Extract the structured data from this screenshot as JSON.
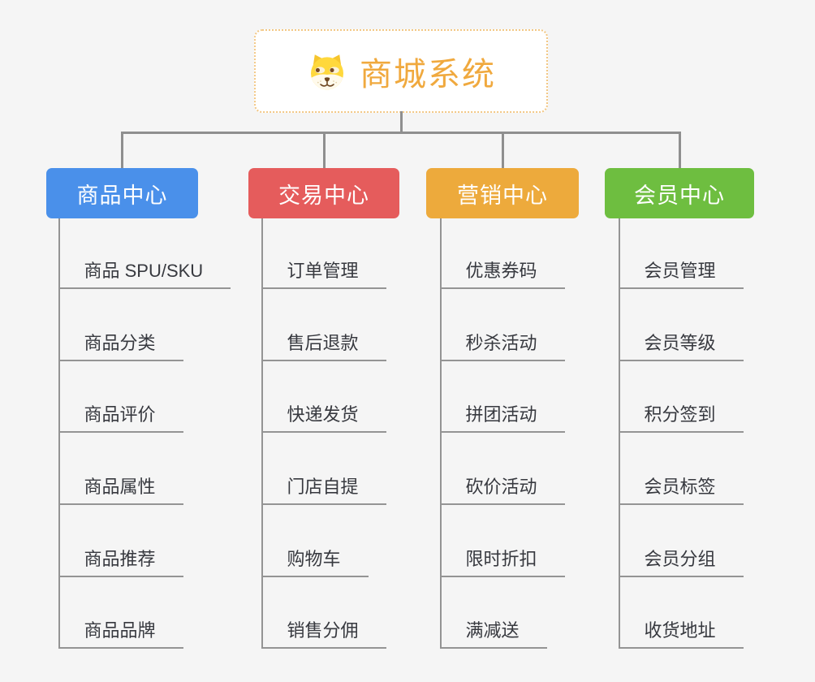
{
  "root": {
    "title": "商城系统",
    "icon": "doge-icon",
    "text_color": "#f0a93e",
    "border_color": "#f2c784",
    "background": "#ffffff"
  },
  "canvas_background": "#f5f5f5",
  "line_color": "#8f8f8f",
  "underline_color": "#949494",
  "item_text_color": "#37393f",
  "branches": [
    {
      "label": "商品中心",
      "color": "#4a90ea",
      "items": [
        "商品 SPU/SKU",
        "商品分类",
        "商品评价",
        "商品属性",
        "商品推荐",
        "商品品牌"
      ]
    },
    {
      "label": "交易中心",
      "color": "#e55c5c",
      "items": [
        "订单管理",
        "售后退款",
        "快递发货",
        "门店自提",
        "购物车",
        "销售分佣"
      ]
    },
    {
      "label": "营销中心",
      "color": "#edaa3c",
      "items": [
        "优惠券码",
        "秒杀活动",
        "拼团活动",
        "砍价活动",
        "限时折扣",
        "满减送"
      ]
    },
    {
      "label": "会员中心",
      "color": "#6ebe40",
      "items": [
        "会员管理",
        "会员等级",
        "积分签到",
        "会员标签",
        "会员分组",
        "收货地址"
      ]
    }
  ]
}
